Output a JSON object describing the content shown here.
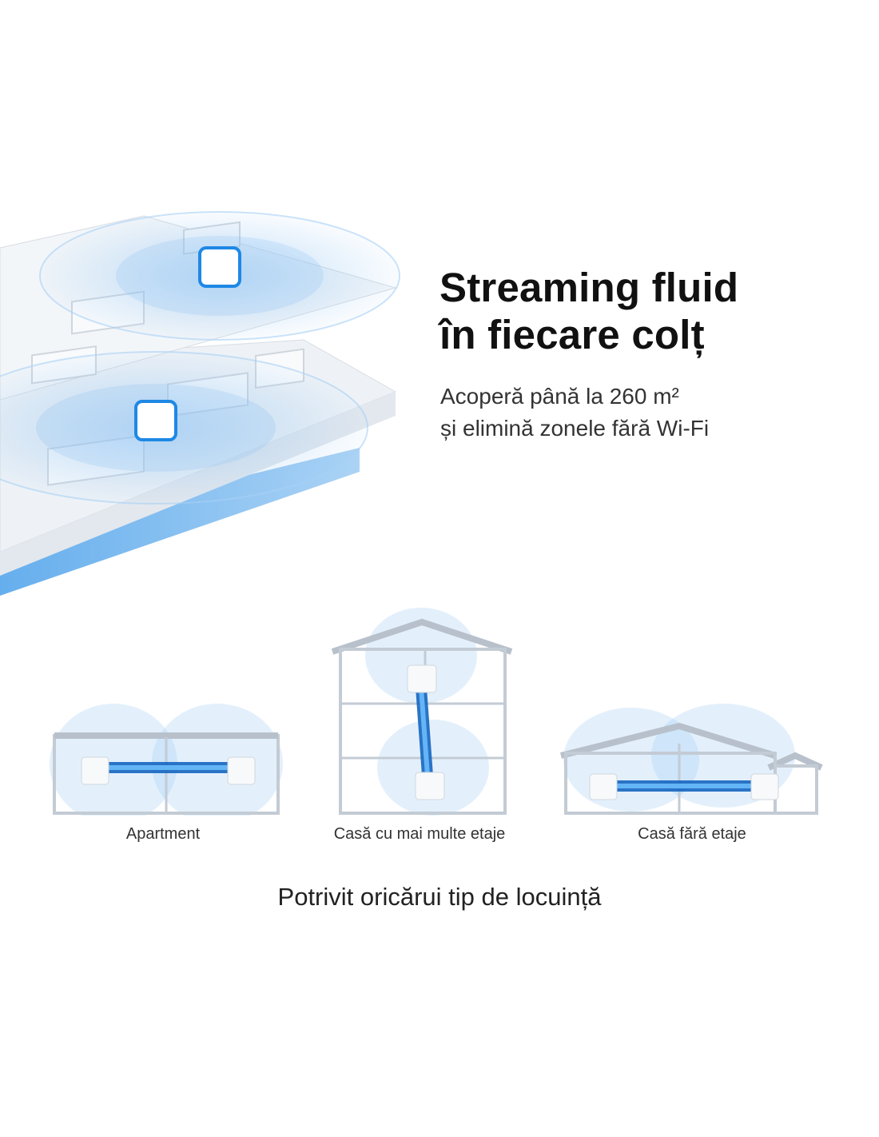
{
  "headline": {
    "line1": "Streaming fluid",
    "line2": "în fiecare colț"
  },
  "subtext": {
    "line1": "Acoperă până la 260 m²",
    "line2": "și elimină zonele fără Wi-Fi"
  },
  "scenarios": [
    {
      "label": "Apartment"
    },
    {
      "label": "Casă cu mai multe etaje"
    },
    {
      "label": "Casă fără etaje"
    }
  ],
  "footer": "Potrivit oricărui tip de locuință",
  "colors": {
    "accent": "#1e88e5",
    "signal": "#8fc3f2",
    "line": "#1565c0"
  }
}
